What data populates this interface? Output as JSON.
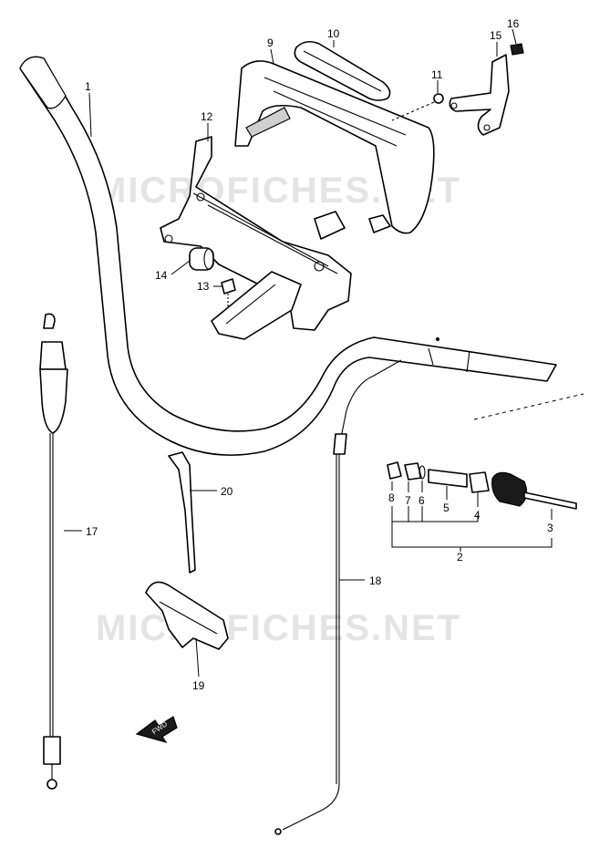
{
  "watermark": "MICROFICHES.NET",
  "fwd_label": "FWD",
  "callouts": {
    "c1": "1",
    "c2": "2",
    "c3": "3",
    "c4": "4",
    "c5": "5",
    "c6": "6",
    "c7": "7",
    "c8": "8",
    "c9": "9",
    "c10": "10",
    "c11": "11",
    "c12": "12",
    "c13": "13",
    "c14": "14",
    "c15": "15",
    "c16": "16",
    "c17": "17",
    "c18": "18",
    "c19": "19",
    "c20": "20"
  }
}
